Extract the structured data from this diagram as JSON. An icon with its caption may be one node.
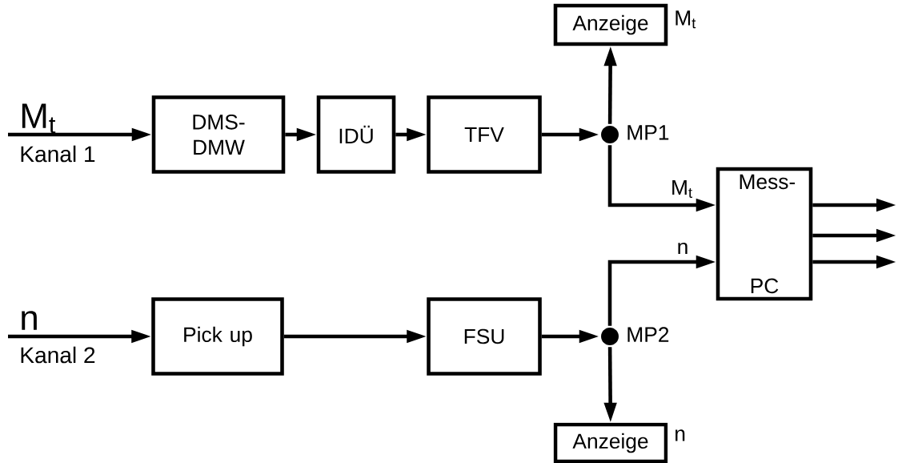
{
  "diagram": {
    "nodes": [
      {
        "text": [
          "DMS-DMW"
        ]
      },
      {
        "text": [
          "IDÜ"
        ]
      },
      {
        "text": [
          "TFV"
        ]
      },
      {
        "text": [],
        "shape": "circle",
        "beside": [
          "MP1"
        ]
      },
      {
        "text": [
          "Anzeige"
        ],
        "beside": [
          "M$_{t}$"
        ]
      },
      {
        "text": [
          "Mess- PC"
        ]
      },
      {
        "text": [
          "Pick up"
        ]
      },
      {
        "text": [
          "FSU"
        ]
      },
      {
        "text": [],
        "shape": "circle",
        "beside": [
          "MP2"
        ]
      },
      {
        "text": [
          "Anzeige"
        ],
        "beside": [
          "n"
        ]
      }
    ],
    "edges": [
      {
        "from": null,
        "to": 0,
        "arrow": "to"
      },
      {
        "from": 0,
        "to": 1,
        "arrow": "to"
      },
      {
        "from": 1,
        "to": 2,
        "arrow": "to"
      },
      {
        "from": 2,
        "to": 3,
        "arrow": "to"
      },
      {
        "from": 3,
        "to": 4,
        "arrow": "to"
      },
      {
        "from": 3,
        "to": 5,
        "arrow": "to",
        "label": "M$_{t}$"
      },
      {
        "from": null,
        "to": 6,
        "arrow": "to"
      },
      {
        "from": 6,
        "to": 7,
        "arrow": "to"
      },
      {
        "from": 7,
        "to": 8,
        "arrow": "to"
      },
      {
        "from": 8,
        "to": 5,
        "arrow": "to",
        "label": "n"
      },
      {
        "from": 8,
        "to": 9,
        "arrow": "to"
      },
      {
        "from": 5,
        "to": null,
        "arrow": "to"
      },
      {
        "from": 5,
        "to": null,
        "arrow": "to"
      },
      {
        "from": 5,
        "to": null,
        "arrow": "to"
      }
    ],
    "labels": [
      "M$_{t}$",
      "Kanal 1",
      "n",
      "Kanal 2"
    ]
  }
}
